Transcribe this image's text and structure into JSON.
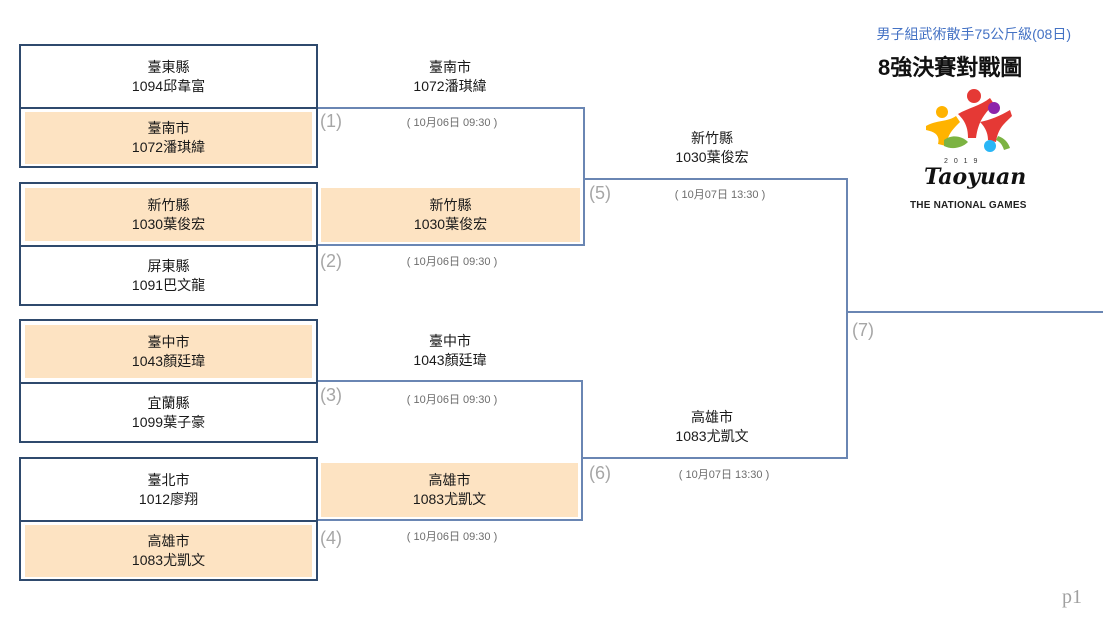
{
  "header": {
    "subtitle": "男子組武術散手75公斤級(08日)",
    "title": "8強決賽對戰圖",
    "logo": {
      "year": "2 0 1 9",
      "wordmark": "Taoyuan",
      "caption": "THE NATIONAL GAMES",
      "colors": [
        "#e53935",
        "#ffb300",
        "#7cb342",
        "#29b6f6",
        "#8e24aa"
      ]
    }
  },
  "bracket": {
    "players": [
      {
        "county": "臺東縣",
        "name": "1094邱韋富"
      },
      {
        "county": "臺南市",
        "name": "1072潘琪緯"
      },
      {
        "county": "新竹縣",
        "name": "1030葉俊宏"
      },
      {
        "county": "屏東縣",
        "name": "1091巴文龍"
      },
      {
        "county": "臺中市",
        "name": "1043顏廷瑋"
      },
      {
        "county": "宜蘭縣",
        "name": "1099葉子豪"
      },
      {
        "county": "臺北市",
        "name": "1012廖翔"
      },
      {
        "county": "高雄市",
        "name": "1083尤凱文"
      }
    ],
    "matches": [
      {
        "label": "(1)",
        "time": "( 10月06日 09:30 )"
      },
      {
        "label": "(2)",
        "time": "( 10月06日 09:30 )"
      },
      {
        "label": "(3)",
        "time": "( 10月06日 09:30 )"
      },
      {
        "label": "(4)",
        "time": "( 10月06日 09:30 )"
      },
      {
        "label": "(5)",
        "time": "( 10月07日 13:30 )"
      },
      {
        "label": "(6)",
        "time": "( 10月07日 13:30 )"
      },
      {
        "label": "(7)"
      }
    ],
    "round1_winners": [
      {
        "county": "臺南市",
        "name": "1072潘琪緯"
      },
      {
        "county": "新竹縣",
        "name": "1030葉俊宏"
      },
      {
        "county": "臺中市",
        "name": "1043顏廷瑋"
      },
      {
        "county": "高雄市",
        "name": "1083尤凱文"
      }
    ],
    "semi_winners": [
      {
        "county": "新竹縣",
        "name": "1030葉俊宏"
      },
      {
        "county": "高雄市",
        "name": "1083尤凱文"
      }
    ]
  },
  "page_number": "p1",
  "colors": {
    "border": "#2f4a6d",
    "connector": "#6a86b3",
    "highlight": "#fde3c2",
    "subtitle": "#4472c4",
    "label": "#a6a6a6"
  }
}
